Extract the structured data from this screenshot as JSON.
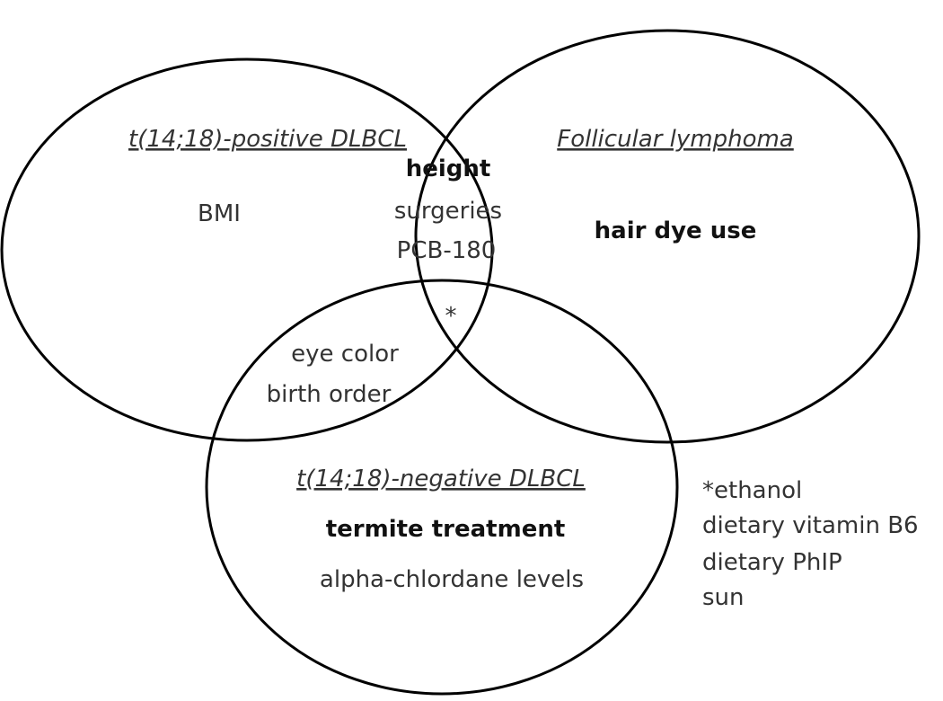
{
  "sets": {
    "t_pos_dlbcl": "t(14;18)-positive DLBCL",
    "follicular": "Follicular lymphoma",
    "t_neg_dlbcl": "t(14;18)-negative DLBCL"
  },
  "regions": {
    "t_pos_only": [
      "BMI"
    ],
    "follicular_only": [
      "hair dye use"
    ],
    "t_neg_only": [
      "termite treatment",
      "alpha-chlordane levels"
    ],
    "t_pos_and_follicular": [
      "height",
      "surgeries",
      "PCB-180"
    ],
    "t_pos_and_t_neg": [
      "eye color",
      "birth order"
    ],
    "all_three": "*"
  },
  "footnote": [
    "*ethanol",
    "dietary vitamin B6",
    "dietary PhIP",
    "sun"
  ]
}
